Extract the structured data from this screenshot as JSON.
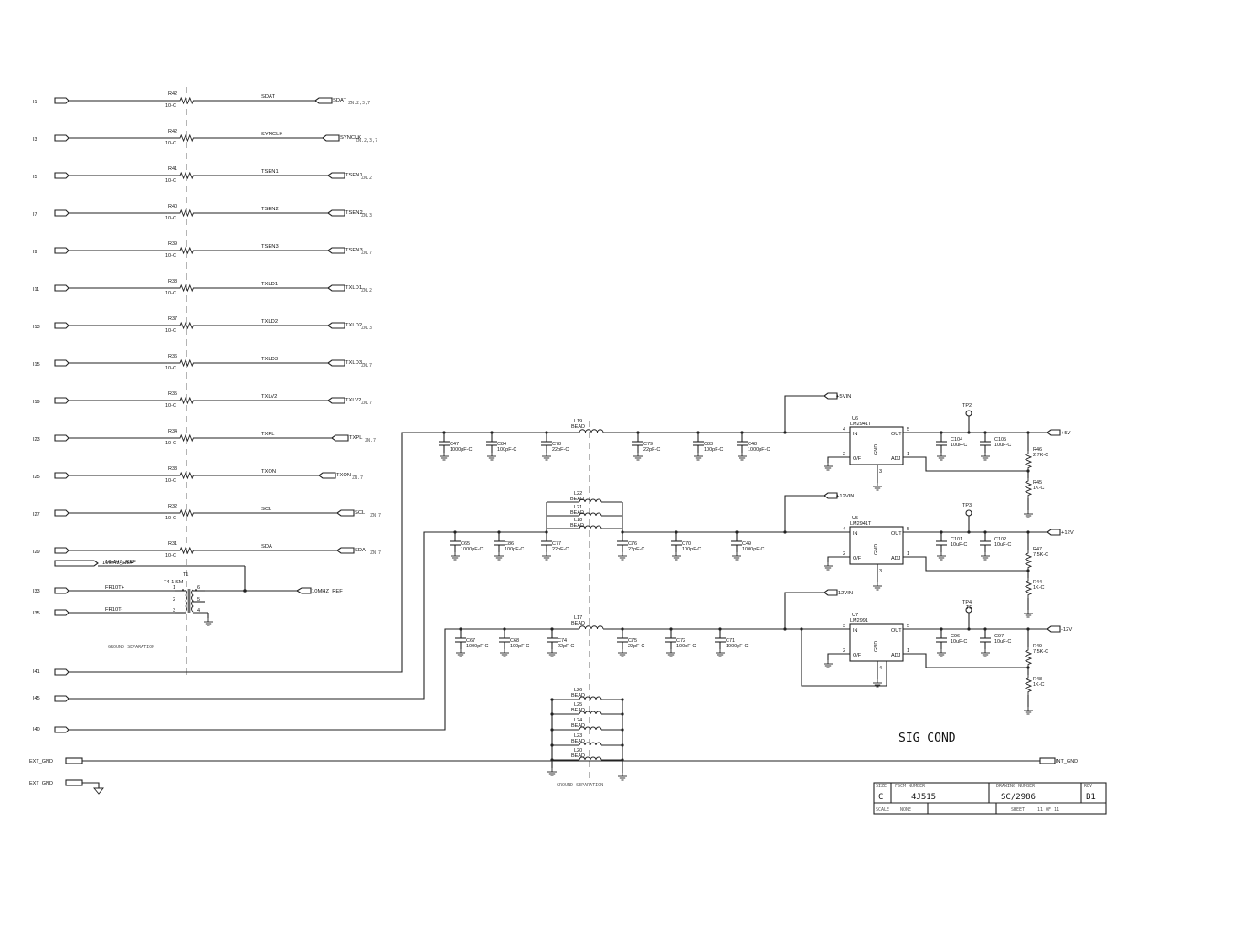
{
  "schematic": {
    "title": "SIG COND",
    "rows": [
      {
        "pin": "I1",
        "res": "R42",
        "val": "10-C",
        "net": "SDAT",
        "port": "SDAT",
        "note": "ZN.2,3,7"
      },
      {
        "pin": "I3",
        "res": "R42",
        "val": "10-C",
        "net": "SYNCLK",
        "port": "SYNCLK",
        "note": "ZN.2,3,7"
      },
      {
        "pin": "I5",
        "res": "R41",
        "val": "10-C",
        "net": "TSEN1",
        "port": "TSEN1",
        "note": "ZN.2"
      },
      {
        "pin": "I7",
        "res": "R40",
        "val": "10-C",
        "net": "TSEN2",
        "port": "TSEN2",
        "note": "ZN.3"
      },
      {
        "pin": "I9",
        "res": "R39",
        "val": "10-C",
        "net": "TSEN3",
        "port": "TSEN3",
        "note": "ZN.7"
      },
      {
        "pin": "I11",
        "res": "R38",
        "val": "10-C",
        "net": "TXLD1",
        "port": "TXLD1",
        "note": "ZN.2"
      },
      {
        "pin": "I13",
        "res": "R37",
        "val": "10-C",
        "net": "TXLD2",
        "port": "TXLD2",
        "note": "ZN.3"
      },
      {
        "pin": "I15",
        "res": "R36",
        "val": "10-C",
        "net": "TXLD3",
        "port": "TXLD3",
        "note": "ZN.7"
      },
      {
        "pin": "I19",
        "res": "R35",
        "val": "10-C",
        "net": "TXLV2",
        "port": "TXLV2",
        "note": "ZN.7"
      },
      {
        "pin": "I23",
        "res": "R34",
        "val": "10-C",
        "net": "TXPL",
        "port": "TXPL",
        "note": "ZN.7"
      },
      {
        "pin": "I25",
        "res": "R33",
        "val": "10-C",
        "net": "TXON",
        "port": "TXON",
        "note": "ZN.7"
      },
      {
        "pin": "I27",
        "res": "R32",
        "val": "10-C",
        "net": "SCL",
        "port": "SCL",
        "note": "ZN.7"
      },
      {
        "pin": "I29",
        "res": "R31",
        "val": "10-C",
        "net": "SDA",
        "port": "SDA",
        "note": "ZN.7"
      }
    ],
    "ref": {
      "in_port": "10MHZ_REF",
      "in_net": "10MHZ_REF",
      "out_port": "10MHZ_REF",
      "xfmr_ref": "T1",
      "xfmr_part": "T4-1-SM",
      "pins": [
        "I33",
        "I35"
      ],
      "nets": [
        "FR10T+",
        "FR10T-"
      ],
      "xpins": [
        "1",
        "2",
        "3",
        "6",
        "5",
        "4"
      ],
      "label_left": "GROUND SEPARATION"
    },
    "supply_inputs": [
      "I41",
      "I45",
      "I40"
    ],
    "ground": {
      "ext1": "EXT_GND",
      "ext2": "EXT_GND",
      "int": "INT_GND",
      "label": "GROUND SEPARATION"
    },
    "beads_gnd": [
      {
        "ref": "L26",
        "val": "BEAD"
      },
      {
        "ref": "L25",
        "val": "BEAD"
      },
      {
        "ref": "L24",
        "val": "BEAD"
      },
      {
        "ref": "L23",
        "val": "BEAD"
      },
      {
        "ref": "L20",
        "val": "BEAD"
      }
    ],
    "reg5": {
      "bead_ref": "L19",
      "bead_val": "BEAD",
      "caps": [
        {
          "ref": "C47",
          "val": "1000pF-C"
        },
        {
          "ref": "C84",
          "val": "100pF-C"
        },
        {
          "ref": "C78",
          "val": "22pF-C"
        },
        {
          "ref": "C79",
          "val": "22pF-C"
        },
        {
          "ref": "C83",
          "val": "100pF-C"
        },
        {
          "ref": "C48",
          "val": "1000pF-C"
        }
      ],
      "vin_port": "+5VIN",
      "u_ref": "U6",
      "u_part": "LM2941T",
      "pin_in": "IN",
      "pin_out": "OUT",
      "pin_gnd": "GND",
      "pin_of": "O/F",
      "pin_adj": "ADJ",
      "pn_in": "4",
      "pn_out": "5",
      "pn_of": "2",
      "pn_adj": "1",
      "pn_gnd": "3",
      "tp": "TP2",
      "ocaps": [
        {
          "ref": "C104",
          "val": "10uF-C"
        },
        {
          "ref": "C105",
          "val": "10uF-C"
        }
      ],
      "r_top": {
        "ref": "R46",
        "val": "2.7K-C"
      },
      "r_bot": {
        "ref": "R45",
        "val": "1K-C"
      },
      "out_port": "+5V"
    },
    "reg12": {
      "bead_refs": [
        {
          "ref": "L22",
          "val": "BEAD"
        },
        {
          "ref": "L21",
          "val": "BEAD"
        },
        {
          "ref": "L18",
          "val": "BEAD"
        }
      ],
      "caps": [
        {
          "ref": "C65",
          "val": "1000pF-C"
        },
        {
          "ref": "C86",
          "val": "100pF-C"
        },
        {
          "ref": "C77",
          "val": "22pF-C"
        },
        {
          "ref": "C76",
          "val": "22pF-C"
        },
        {
          "ref": "C70",
          "val": "100pF-C"
        },
        {
          "ref": "C49",
          "val": "1000pF-C"
        }
      ],
      "vin_port": "+12VIN",
      "u_ref": "U5",
      "u_part": "LM2941T",
      "pin_in": "IN",
      "pin_out": "OUT",
      "pin_gnd": "GND",
      "pin_of": "O/F",
      "pin_adj": "ADJ",
      "pn_in": "4",
      "pn_out": "5",
      "pn_of": "2",
      "pn_adj": "1",
      "pn_gnd": "3",
      "tp": "TP3",
      "ocaps": [
        {
          "ref": "C101",
          "val": "10uF-C"
        },
        {
          "ref": "C102",
          "val": "10uF-C"
        }
      ],
      "r_top": {
        "ref": "R47",
        "val": "7.5K-C"
      },
      "r_bot": {
        "ref": "R44",
        "val": "1K-C"
      },
      "out_port": "+12V"
    },
    "regm12": {
      "bead_ref": "L17",
      "bead_val": "BEAD",
      "caps": [
        {
          "ref": "C67",
          "val": "1000pF-C"
        },
        {
          "ref": "C68",
          "val": "100pF-C"
        },
        {
          "ref": "C74",
          "val": "22pF-C"
        },
        {
          "ref": "C75",
          "val": "22pF-C"
        },
        {
          "ref": "C72",
          "val": "100pF-C"
        },
        {
          "ref": "C71",
          "val": "1000pF-C"
        }
      ],
      "vin_port": "-12VIN",
      "u_ref": "U7",
      "u_part": "LM2991",
      "pin_in": "IN",
      "pin_out": "OUT",
      "pin_gnd": "GND",
      "pin_of": "O/F",
      "pin_adj": "ADJ",
      "pn_in": "3",
      "pn_out": "5",
      "pn_of": "2",
      "pn_adj": "1",
      "pn_gnd": "4",
      "tp": "TP4",
      "tp_sub": "TP",
      "ocaps": [
        {
          "ref": "C96",
          "val": "10uF-C"
        },
        {
          "ref": "C97",
          "val": "10uF-C"
        }
      ],
      "r_top": {
        "ref": "R49",
        "val": "7.5K-C"
      },
      "r_bot": {
        "ref": "R48",
        "val": "1K-C"
      },
      "out_port": "-12V"
    },
    "titleblock": {
      "size_lbl": "SIZE",
      "size": "C",
      "fscm_lbl": "FSCM NUMBER",
      "fscm": "4J515",
      "dwg_lbl": "DRAWING NUMBER",
      "dwg": "SC/2986",
      "rev_lbl": "REV",
      "rev": "B1",
      "scale_lbl": "SCALE",
      "scale": "NONE",
      "sheet_lbl": "SHEET",
      "sheet": "11 OF 11"
    }
  }
}
